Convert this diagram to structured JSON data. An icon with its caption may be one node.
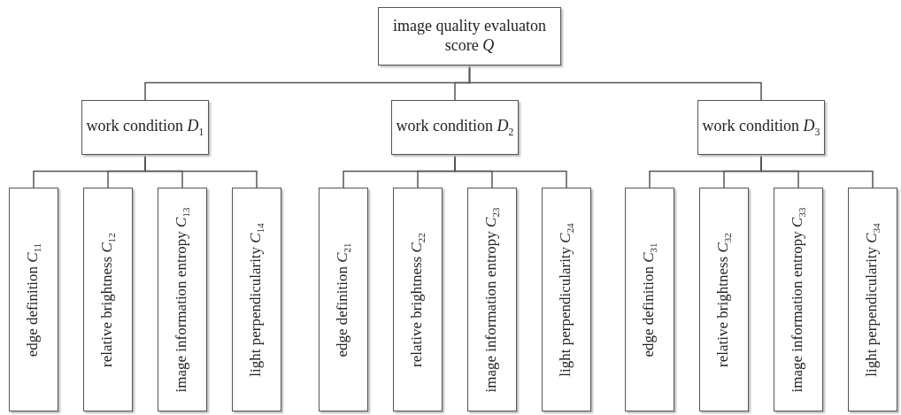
{
  "diagram": {
    "nodes": [
      {
        "text": [
          "image quality evaluaton score *Q*"
        ]
      },
      {
        "text": [
          "work condition *D*$_{1}$"
        ]
      },
      {
        "text": [
          "work condition *D*$_{2}$"
        ]
      },
      {
        "text": [
          "work condition *D*$_{3}$"
        ]
      },
      {
        "text": [
          "edge definition *C*$_{11}$"
        ]
      },
      {
        "text": [
          "relative brightness *C*$_{12}$"
        ]
      },
      {
        "text": [
          "image information entropy *C*$_{13}$"
        ]
      },
      {
        "text": [
          "light perpendicularity *C*$_{14}$"
        ]
      },
      {
        "text": [
          "edge definition *C*$_{21}$"
        ]
      },
      {
        "text": [
          "relative brightness *C*$_{22}$"
        ]
      },
      {
        "text": [
          "image information entropy *C*$_{23}$"
        ]
      },
      {
        "text": [
          "light perpendicularity *C*$_{24}$"
        ]
      },
      {
        "text": [
          "edge definition *C*$_{31}$"
        ]
      },
      {
        "text": [
          "relative brightness *C*$_{32}$"
        ]
      },
      {
        "text": [
          "image information entropy *C*$_{33}$"
        ]
      },
      {
        "text": [
          "light perpendicularity *C*$_{34}$"
        ]
      }
    ],
    "edges": [
      {
        "from": 0,
        "to": 1,
        "arrow": "none"
      },
      {
        "from": 0,
        "to": 2,
        "arrow": "none"
      },
      {
        "from": 0,
        "to": 3,
        "arrow": "none"
      },
      {
        "from": 1,
        "to": 4,
        "arrow": "none"
      },
      {
        "from": 1,
        "to": 5,
        "arrow": "none"
      },
      {
        "from": 1,
        "to": 6,
        "arrow": "none"
      },
      {
        "from": 1,
        "to": 7,
        "arrow": "none"
      },
      {
        "from": 2,
        "to": 8,
        "arrow": "none"
      },
      {
        "from": 2,
        "to": 9,
        "arrow": "none"
      },
      {
        "from": 2,
        "to": 10,
        "arrow": "none"
      },
      {
        "from": 2,
        "to": 11,
        "arrow": "none"
      },
      {
        "from": 3,
        "to": 12,
        "arrow": "none"
      },
      {
        "from": 3,
        "to": 13,
        "arrow": "none"
      },
      {
        "from": 3,
        "to": 14,
        "arrow": "none"
      },
      {
        "from": 3,
        "to": 15,
        "arrow": "none"
      }
    ]
  }
}
